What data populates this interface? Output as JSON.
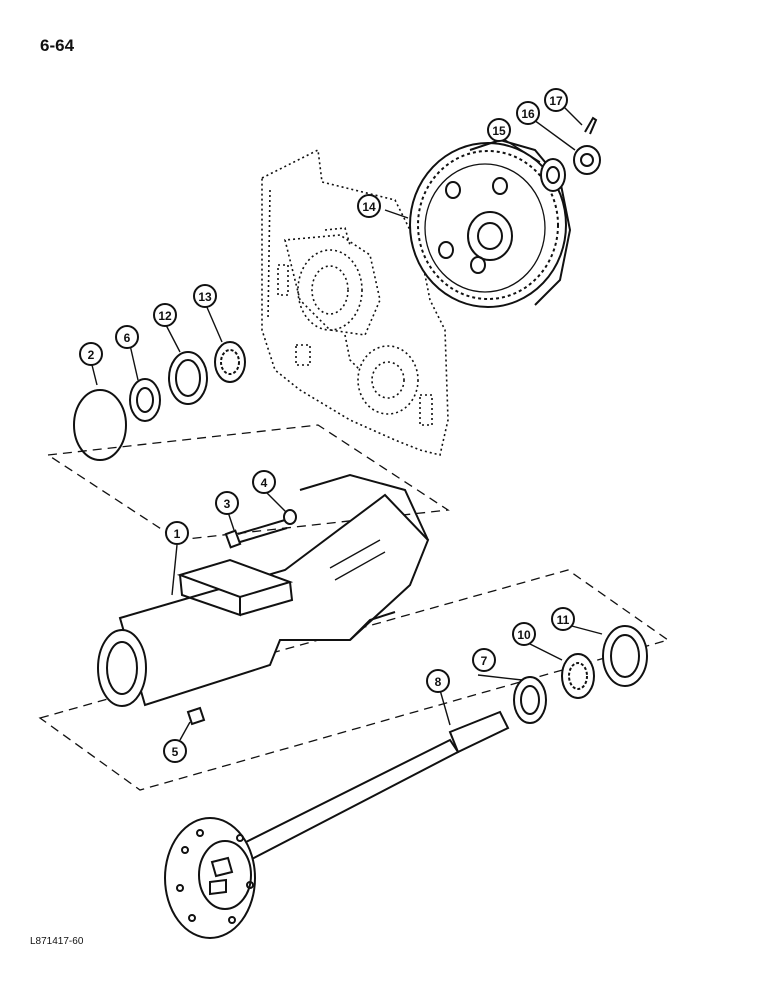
{
  "page_number": "6-64",
  "figure_code": "L871417-60",
  "callouts": [
    {
      "id": "c1",
      "label": "1"
    },
    {
      "id": "c2",
      "label": "2"
    },
    {
      "id": "c3",
      "label": "3"
    },
    {
      "id": "c4",
      "label": "4"
    },
    {
      "id": "c5",
      "label": "5"
    },
    {
      "id": "c6",
      "label": "6"
    },
    {
      "id": "c7",
      "label": "7"
    },
    {
      "id": "c8",
      "label": "8"
    },
    {
      "id": "c10",
      "label": "10"
    },
    {
      "id": "c11",
      "label": "11"
    },
    {
      "id": "c12",
      "label": "12"
    },
    {
      "id": "c13",
      "label": "13"
    },
    {
      "id": "c14",
      "label": "14"
    },
    {
      "id": "c15",
      "label": "15"
    },
    {
      "id": "c16",
      "label": "16"
    },
    {
      "id": "c17",
      "label": "17"
    }
  ]
}
